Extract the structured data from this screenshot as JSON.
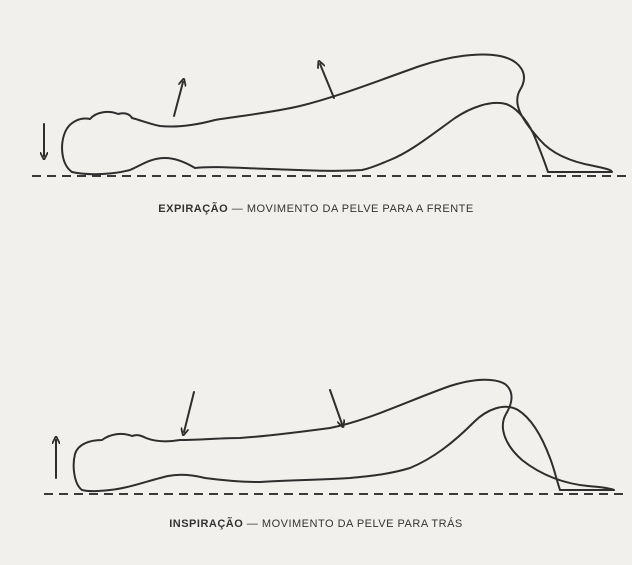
{
  "figures": [
    {
      "phase_label": "EXPIRAÇÃO",
      "separator": "—",
      "description": "MOVIMENTO DA PELVE PARA A FRENTE",
      "arrows": [
        "arrow-down-icon",
        "arrow-up-icon",
        "arrow-up-icon"
      ]
    },
    {
      "phase_label": "INSPIRAÇÃO",
      "separator": "—",
      "description": "MOVIMENTO DA PELVE PARA TRÁS",
      "arrows": [
        "arrow-up-icon",
        "arrow-down-icon",
        "arrow-down-icon"
      ]
    }
  ]
}
